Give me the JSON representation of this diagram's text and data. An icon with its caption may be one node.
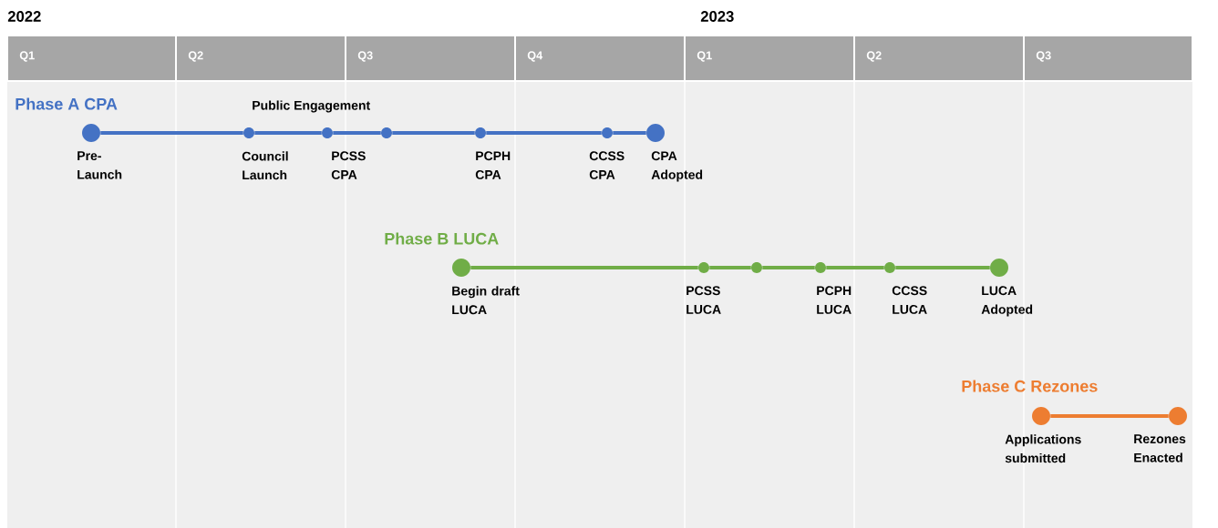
{
  "diagram": {
    "nodes": [
      {
        "text": [],
        "shape": "circle",
        "beside": [
          "Pre- Launch"
        ]
      },
      {
        "text": [],
        "shape": "circle",
        "beside": [
          "Council Launch"
        ]
      },
      {
        "text": [],
        "shape": "circle",
        "beside": [
          "PCSS CPA"
        ]
      },
      {
        "text": [],
        "shape": "circle"
      },
      {
        "text": [],
        "shape": "circle",
        "beside": [
          "PCPH CPA"
        ]
      },
      {
        "text": [],
        "shape": "circle",
        "beside": [
          "CCSS CPA"
        ]
      },
      {
        "text": [],
        "shape": "circle",
        "beside": [
          "CPA Adopted"
        ]
      },
      {
        "text": [],
        "shape": "circle",
        "beside": [
          "Begin draft LUCA"
        ]
      },
      {
        "text": [],
        "shape": "circle",
        "beside": [
          "PCSS LUCA"
        ]
      },
      {
        "text": [],
        "shape": "circle"
      },
      {
        "text": [],
        "shape": "circle",
        "beside": [
          "PCPH LUCA"
        ]
      },
      {
        "text": [],
        "shape": "circle",
        "beside": [
          "CCSS LUCA"
        ]
      },
      {
        "text": [],
        "shape": "circle",
        "beside": [
          "LUCA Adopted"
        ]
      },
      {
        "text": [],
        "shape": "circle",
        "beside": [
          "Applications submitted"
        ]
      },
      {
        "text": [],
        "shape": "circle",
        "beside": [
          "Rezones Enacted"
        ]
      }
    ],
    "edges": [
      {
        "from": 0,
        "to": 1,
        "arrow": "none",
        "color": "#4472c4"
      },
      {
        "from": 1,
        "to": 2,
        "arrow": "none",
        "color": "#4472c4"
      },
      {
        "from": 2,
        "to": 3,
        "arrow": "none",
        "color": "#4472c4"
      },
      {
        "from": 3,
        "to": 4,
        "arrow": "none",
        "color": "#4472c4"
      },
      {
        "from": 4,
        "to": 5,
        "arrow": "none",
        "color": "#4472c4"
      },
      {
        "from": 5,
        "to": 6,
        "arrow": "none",
        "color": "#4472c4"
      },
      {
        "from": 7,
        "to": 8,
        "arrow": "none",
        "color": "#70ad47"
      },
      {
        "from": 8,
        "to": 9,
        "arrow": "none",
        "color": "#70ad47"
      },
      {
        "from": 9,
        "to": 10,
        "arrow": "none",
        "color": "#70ad47"
      },
      {
        "from": 10,
        "to": 11,
        "arrow": "none",
        "color": "#70ad47"
      },
      {
        "from": 11,
        "to": 12,
        "arrow": "none",
        "color": "#70ad47"
      },
      {
        "from": 13,
        "to": 14,
        "arrow": "none",
        "color": "#ed7d31"
      }
    ],
    "labels": [
      "2022",
      "2023",
      "Q1",
      "Q2",
      "Q3",
      "Q4",
      "Q1",
      "Q2",
      "Q3",
      "Phase A CPA",
      "Public Engagement",
      "Phase B LUCA",
      "Phase C Rezones"
    ]
  }
}
